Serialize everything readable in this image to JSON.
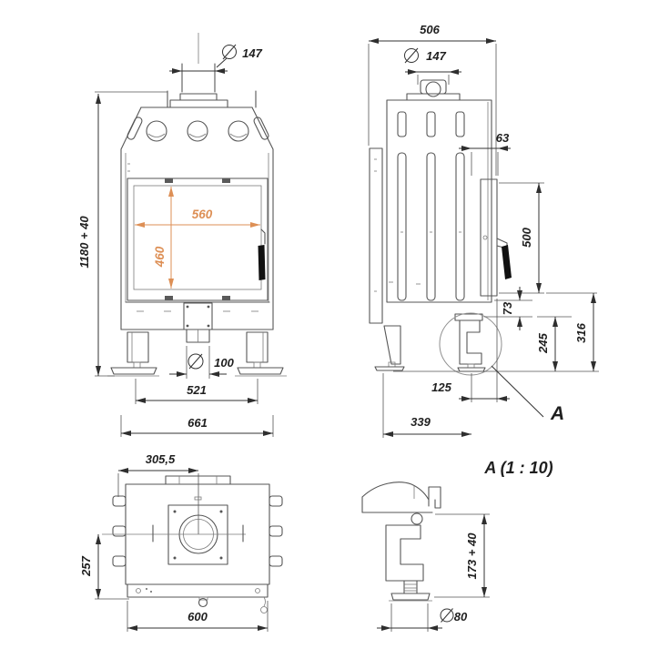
{
  "drawing": {
    "type": "technical-drawing-fireplace-insert",
    "front_view": {
      "chimney_diameter": "147",
      "overall_height": "1180 + 40",
      "glass_width": "560",
      "glass_height": "460",
      "air_intake_diameter": "100",
      "feet_spacing": "521",
      "overall_width": "661"
    },
    "side_view": {
      "overall_depth": "506",
      "chimney_diameter": "147",
      "flue_offset": "63",
      "door_height": "500",
      "bracket_height": "73",
      "base_height": "245",
      "door_bottom_height": "316",
      "rear_foot_offset": "125",
      "rear_foot_to_front": "339",
      "detail_label": "A"
    },
    "top_view": {
      "chimney_offset_x": "305,5",
      "chimney_offset_y": "257",
      "body_width": "600"
    },
    "detail_a": {
      "title": "A (1 : 10)",
      "leg_height": "173 + 40",
      "foot_diameter": "80"
    },
    "colors": {
      "object_line": "#565656",
      "dimension_line": "#333333",
      "accent_orange": "#dd8f55",
      "handle_black": "#111111",
      "background": "#ffffff"
    }
  }
}
